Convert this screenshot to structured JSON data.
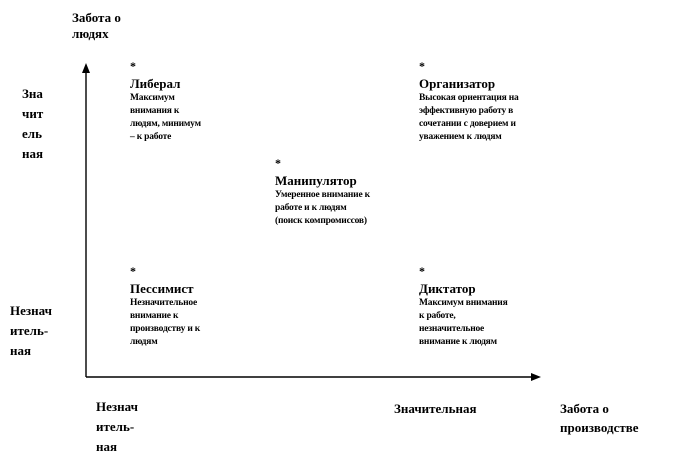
{
  "y_axis": {
    "title": [
      "Забота о",
      "людях"
    ],
    "high_label": [
      "Зна",
      "чит",
      "ель",
      "ная"
    ],
    "low_label": [
      "Незнач",
      "итель-",
      "ная"
    ]
  },
  "x_axis": {
    "title": [
      "Забота о",
      "производстве"
    ],
    "low_label": [
      "Незнач",
      "итель-",
      "ная"
    ],
    "high_label": "Значительная"
  },
  "styles": [
    {
      "marker": "*",
      "title": "Либерал",
      "desc": [
        "Максимум",
        "внимания к",
        "людям, минимум",
        "– к работе"
      ]
    },
    {
      "marker": "*",
      "title": "Организатор",
      "desc": [
        "Высокая ориентация на",
        "эффективную работу в",
        "сочетании с доверием и",
        "уважением к людям"
      ]
    },
    {
      "marker": "*",
      "title": "Манипулятор",
      "desc": [
        "Умеренное внимание к",
        "работе и к людям",
        "(поиск компромиссов)"
      ]
    },
    {
      "marker": "*",
      "title": "Пессимист",
      "desc": [
        "Незначительное",
        "внимание к",
        "производству и к",
        "людям"
      ]
    },
    {
      "marker": "*",
      "title": "Диктатор",
      "desc": [
        "Максимум внимания",
        "к работе,",
        "незначительное",
        "внимание к людям"
      ]
    }
  ]
}
